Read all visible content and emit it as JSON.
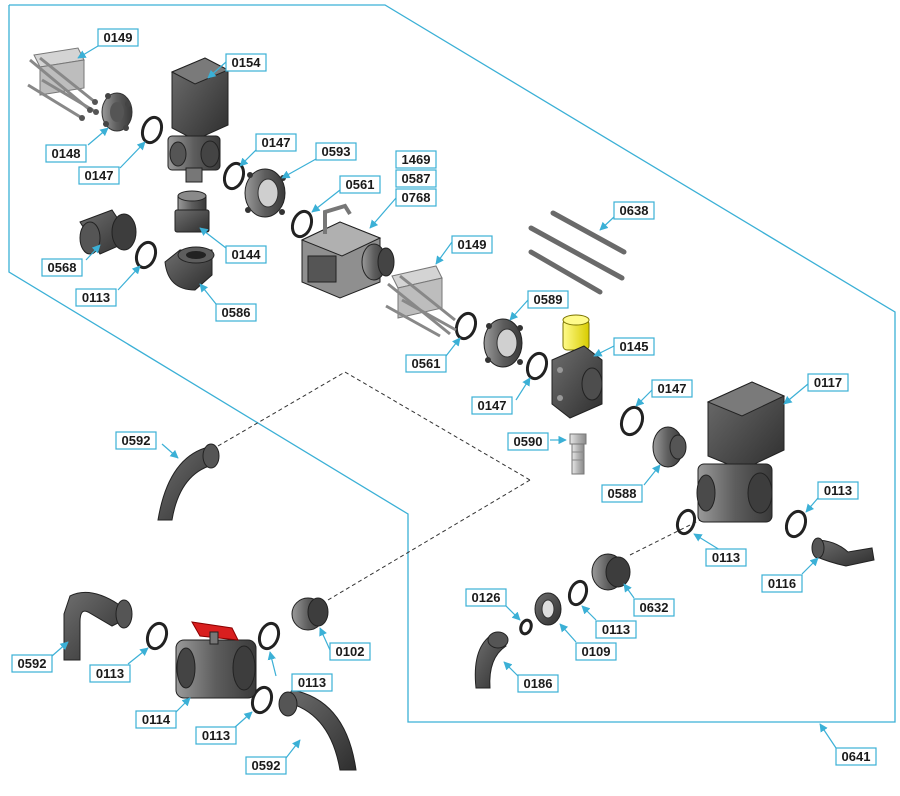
{
  "labels": {
    "p0149_top": "0149",
    "p0154": "0154",
    "p0148": "0148",
    "p0147_a": "0147",
    "p0147_b": "0147",
    "p0593": "0593",
    "p1469": "1469",
    "p0587": "0587",
    "p0768": "0768",
    "p0561_a": "0561",
    "p0144": "0144",
    "p0568": "0568",
    "p0113_a": "0113",
    "p0586": "0586",
    "p0638": "0638",
    "p0149_mid": "0149",
    "p0589": "0589",
    "p0561_b": "0561",
    "p0145": "0145",
    "p0147_c": "0147",
    "p0147_d": "0147",
    "p0117": "0117",
    "p0592_a": "0592",
    "p0590": "0590",
    "p0588": "0588",
    "p0113_b": "0113",
    "p0116": "0116",
    "p0113_c": "0113",
    "p0126": "0126",
    "p0632": "0632",
    "p0113_d": "0113",
    "p0109": "0109",
    "p0186": "0186",
    "p0592_b": "0592",
    "p0113_e": "0113",
    "p0102": "0102",
    "p0113_f": "0113",
    "p0114": "0114",
    "p0113_g": "0113",
    "p0592_c": "0592",
    "p0641": "0641"
  },
  "colors": {
    "frame": "#3bb0d6",
    "label_border": "#3bb0d6",
    "part_dark": "#3d3d3d",
    "part_mid": "#6b6b6b",
    "part_light": "#9a9a9a",
    "highlight_yellow": "#f2e600",
    "highlight_red": "#d91f1f",
    "metal": "#c8c8c8"
  }
}
